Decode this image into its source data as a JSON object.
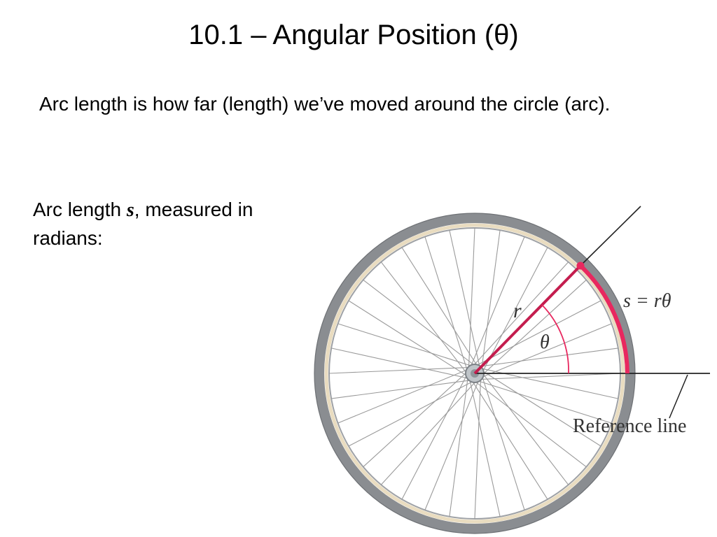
{
  "slide": {
    "title": "10.1 – Angular Position (θ)",
    "subtitle": "Arc length is how far (length) we’ve moved around the circle (arc).",
    "body_prefix": "Arc length ",
    "body_var": "s",
    "body_suffix": ", measured in radians:"
  },
  "diagram": {
    "label_r": "r",
    "label_theta": "θ",
    "label_arc": "s = rθ",
    "label_reference": "Reference line",
    "spoke_count": 36,
    "colors": {
      "arc": "#e8285f",
      "radius": "#c41d4e",
      "tire": "#8a8d91",
      "tire_inner": "#e9dcc0",
      "spokes": "#9a9a9a",
      "hub": "#bfc4c8"
    }
  }
}
